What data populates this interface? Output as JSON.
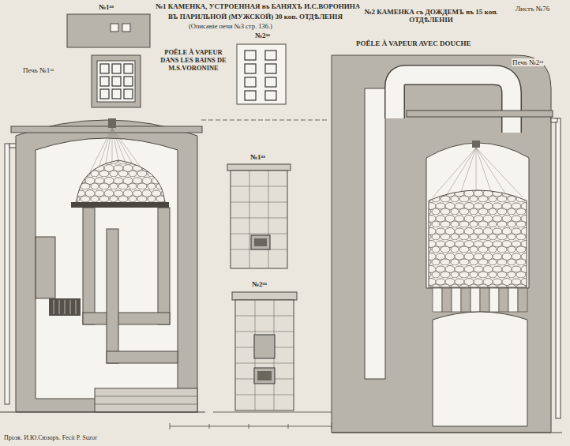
{
  "diagram": {
    "labels": [
      "№1 КАМЕНКА, УСТРОЕННАЯ въ БАНЯХЪ И.С.ВОРОНИНА",
      "ВЪ ПАРИЛЬНОЙ (МУЖСКОЙ) 30 коп. ОТДѢЛЕНІЯ",
      "(Описаніе печи №3 стр. 136.)",
      "№1ᵃᵃ",
      "POÊLE À VAPEUR DANS LES BAINS DE M.S.VORONINE",
      "№2ᵃᵃ",
      "№2 КАМЕНКА съ ДОЖДЕМЪ въ 15 коп. ОТДѢЛЕНІИ",
      "POÊLE À VAPEUR AVEC DOUCHE",
      "Листъ №76",
      "Печь №1ᵃᵃ",
      "№1ᵃᵃ",
      "№2ᵃᵃ",
      "Печь №2ᵃᵃ",
      "Проэк. И.Ю.Сюзоръ. Fecit P. Suzor"
    ]
  }
}
